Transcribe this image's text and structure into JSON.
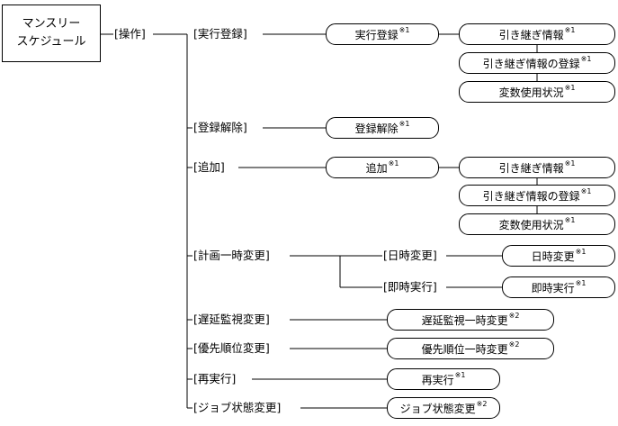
{
  "root": {
    "line1": "マンスリー",
    "line2": "スケジュール"
  },
  "labels": {
    "operation": "[操作]",
    "exec_register": "[実行登録]",
    "unregister": "[登録解除]",
    "add": "[追加]",
    "plan_change": "[計画一時変更]",
    "datetime_change": "[日時変更]",
    "immediate_exec": "[即時実行]",
    "delay_monitor": "[遅延監視変更]",
    "priority": "[優先順位変更]",
    "rerun": "[再実行]",
    "job_state": "[ジョブ状態変更]"
  },
  "boxes": {
    "exec_register": "実行登録",
    "takeover_info_1": "引き継ぎ情報",
    "takeover_register_1": "引き継ぎ情報の登録",
    "var_status_1": "変数使用状況",
    "unregister": "登録解除",
    "add": "追加",
    "takeover_info_2": "引き継ぎ情報",
    "takeover_register_2": "引き継ぎ情報の登録",
    "var_status_2": "変数使用状況",
    "datetime_change": "日時変更",
    "immediate_exec": "即時実行",
    "delay_monitor": "遅延監視一時変更",
    "priority": "優先順位一時変更",
    "rerun": "再実行",
    "job_state": "ジョブ状態変更"
  },
  "notes": {
    "n1": "※1",
    "n2": "※2"
  }
}
